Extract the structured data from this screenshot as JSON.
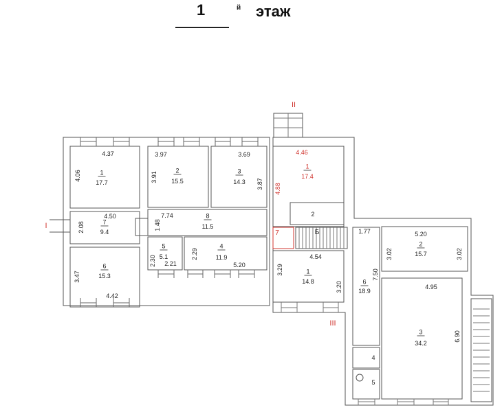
{
  "title": {
    "number": "1",
    "suffix": "й",
    "word": "этаж"
  },
  "entrances": [
    "I",
    "II",
    "III"
  ],
  "left_block": {
    "rooms": [
      {
        "no": "1",
        "area": "17.7",
        "width": "4.37",
        "length": "4.06"
      },
      {
        "no": "2",
        "area": "15.5",
        "width": "3.97",
        "length": "3.91"
      },
      {
        "no": "3",
        "area": "14.3",
        "width": "3.69",
        "length": "3.87"
      },
      {
        "no": "4",
        "area": "11.9",
        "width": "5.20",
        "length": "2.29"
      },
      {
        "no": "5",
        "area": "5.1",
        "width": "2.21",
        "length": "2.30"
      },
      {
        "no": "6",
        "area": "15.3",
        "width": "4.42",
        "length": "3.47"
      },
      {
        "no": "7",
        "area": "9.4",
        "width": "4.50",
        "length": "2.08"
      },
      {
        "no": "8",
        "area": "11.5",
        "width": "7.74",
        "length": "1.48"
      }
    ]
  },
  "right_block": {
    "rooms": [
      {
        "no": "1",
        "area": "17.4",
        "width": "4.46",
        "length": "4.88"
      },
      {
        "no": "2"
      },
      {
        "no": "Б"
      },
      {
        "no": "7"
      },
      {
        "no": "1",
        "area": "14.8",
        "width": "4.54",
        "length": "3.29",
        "length2": "3.20"
      },
      {
        "no": "6",
        "area": "18.9",
        "width": "1.77",
        "length": "7.50"
      },
      {
        "no": "2",
        "area": "15.7",
        "width": "5.20",
        "length": "3.02",
        "length2": "3.02"
      },
      {
        "no": "3",
        "area": "34.2",
        "width": "4.95",
        "length": "6.90"
      },
      {
        "no": "4"
      },
      {
        "no": "5"
      }
    ]
  },
  "colors": {
    "wall": "#555555",
    "highlight": "#d0352f"
  }
}
